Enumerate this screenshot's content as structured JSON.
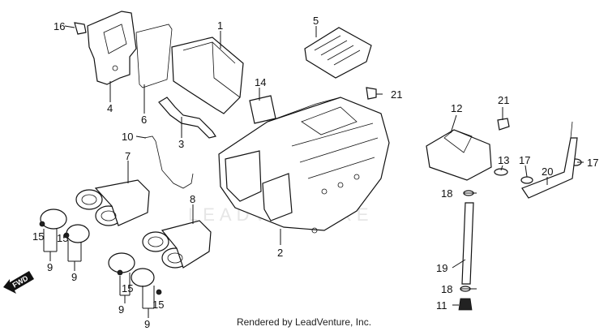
{
  "callouts": {
    "p1": "1",
    "p2": "2",
    "p3": "3",
    "p4": "4",
    "p5": "5",
    "p6": "6",
    "p7": "7",
    "p8": "8",
    "p9a": "9",
    "p9b": "9",
    "p9c": "9",
    "p9d": "9",
    "p10": "10",
    "p11": "11",
    "p12": "12",
    "p13": "13",
    "p14": "14",
    "p15a": "15",
    "p15b": "15",
    "p15c": "15",
    "p15d": "15",
    "p16": "16",
    "p17a": "17",
    "p17b": "17",
    "p18a": "18",
    "p18b": "18",
    "p19": "19",
    "p20": "20",
    "p21a": "21",
    "p21b": "21"
  },
  "direction_label": "FWD",
  "watermark": "LEADVENTURE",
  "footer": "Rendered by LeadVenture, Inc."
}
